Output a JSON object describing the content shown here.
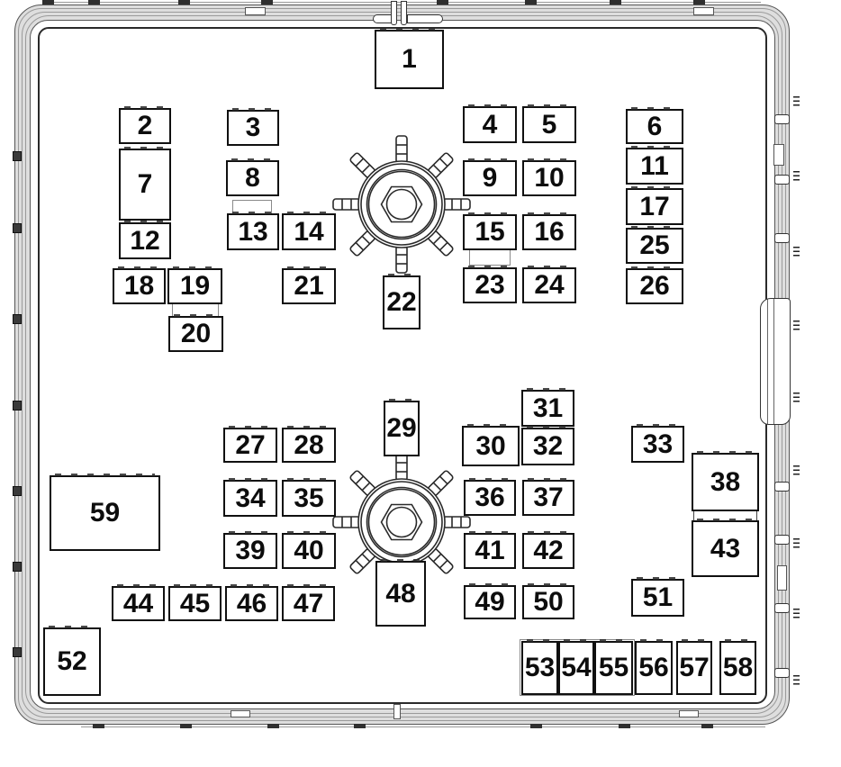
{
  "colors": {
    "background": "#ffffff",
    "line": "#1a1a1a",
    "housing_band": "#dedede"
  },
  "icons": {
    "mounting_bolt_icon": "hex-nut-with-8-radial-studs",
    "latch_icon": "top-cover-latch",
    "clip_icon": "side-mounting-clip"
  },
  "fuses": {
    "f1": "1",
    "f2": "2",
    "f3": "3",
    "f4": "4",
    "f5": "5",
    "f6": "6",
    "f7": "7",
    "f8": "8",
    "f9": "9",
    "f10": "10",
    "f11": "11",
    "f12": "12",
    "f13": "13",
    "f14": "14",
    "f15": "15",
    "f16": "16",
    "f17": "17",
    "f18": "18",
    "f19": "19",
    "f20": "20",
    "f21": "21",
    "f22": "22",
    "f23": "23",
    "f24": "24",
    "f25": "25",
    "f26": "26",
    "f27": "27",
    "f28": "28",
    "f29": "29",
    "f30": "30",
    "f31": "31",
    "f32": "32",
    "f33": "33",
    "f34": "34",
    "f35": "35",
    "f36": "36",
    "f37": "37",
    "f38": "38",
    "f39": "39",
    "f40": "40",
    "f41": "41",
    "f42": "42",
    "f43": "43",
    "f44": "44",
    "f45": "45",
    "f46": "46",
    "f47": "47",
    "f48": "48",
    "f49": "49",
    "f50": "50",
    "f51": "51",
    "f52": "52",
    "f53": "53",
    "f54": "54",
    "f55": "55",
    "f56": "56",
    "f57": "57",
    "f58": "58",
    "f59": "59"
  }
}
